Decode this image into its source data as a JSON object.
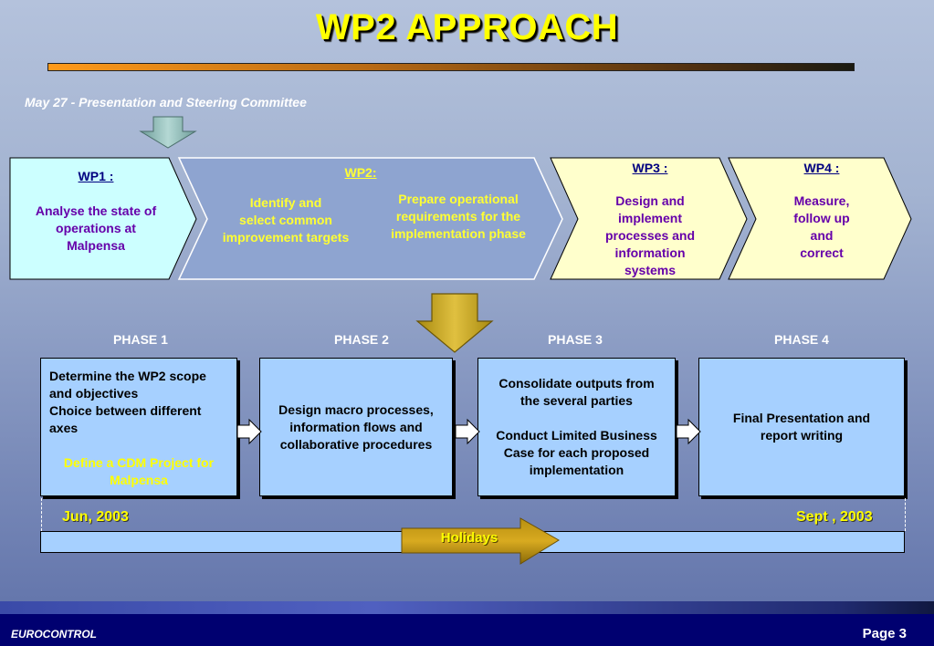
{
  "title": "WP2 APPROACH",
  "subtitle": "May 27 - Presentation and Steering Committee",
  "chevrons": {
    "wp1": {
      "head": "WP1 :",
      "lines": [
        "Analyse the state of",
        "operations at",
        "Malpensa"
      ]
    },
    "wp2": {
      "head": "WP2:",
      "left_lines": [
        "Identify and",
        "select common",
        "improvement targets"
      ],
      "right_lines": [
        "Prepare operational",
        "requirements for the",
        "implementation phase"
      ]
    },
    "wp3": {
      "head": "WP3 :",
      "lines": [
        "Design and",
        "implement",
        "processes and",
        "information",
        "systems"
      ]
    },
    "wp4": {
      "head": "WP4 :",
      "lines": [
        "Measure,",
        "follow up",
        "and",
        "correct"
      ]
    }
  },
  "phases": [
    {
      "label": "PHASE 1",
      "lines": [
        "Determine the WP2 scope",
        "and objectives",
        "Choice between different",
        "axes",
        "",
        "Define a CDM Project for",
        "Malpensa"
      ]
    },
    {
      "label": "PHASE 2",
      "lines": [
        "Design macro processes,",
        "information flows and",
        "collaborative procedures"
      ]
    },
    {
      "label": "PHASE 3",
      "lines": [
        "Consolidate outputs from",
        "the several parties",
        "",
        "Conduct Limited Business",
        "Case for each proposed",
        "implementation"
      ]
    },
    {
      "label": "PHASE 4",
      "lines": [
        "Final Presentation and",
        "report writing"
      ]
    }
  ],
  "timeline": {
    "start": "Jun, 2003",
    "end": "Sept , 2003",
    "holidays": "Holidays"
  },
  "footer": {
    "left": "EUROCONTROL",
    "right": "Page 3"
  },
  "colors": {
    "accent_yellow": "#ffff00",
    "phase_box": "#a6d0ff",
    "wp_text": "#6600aa",
    "wp2_text": "#ffff33",
    "footer": "#000070"
  }
}
